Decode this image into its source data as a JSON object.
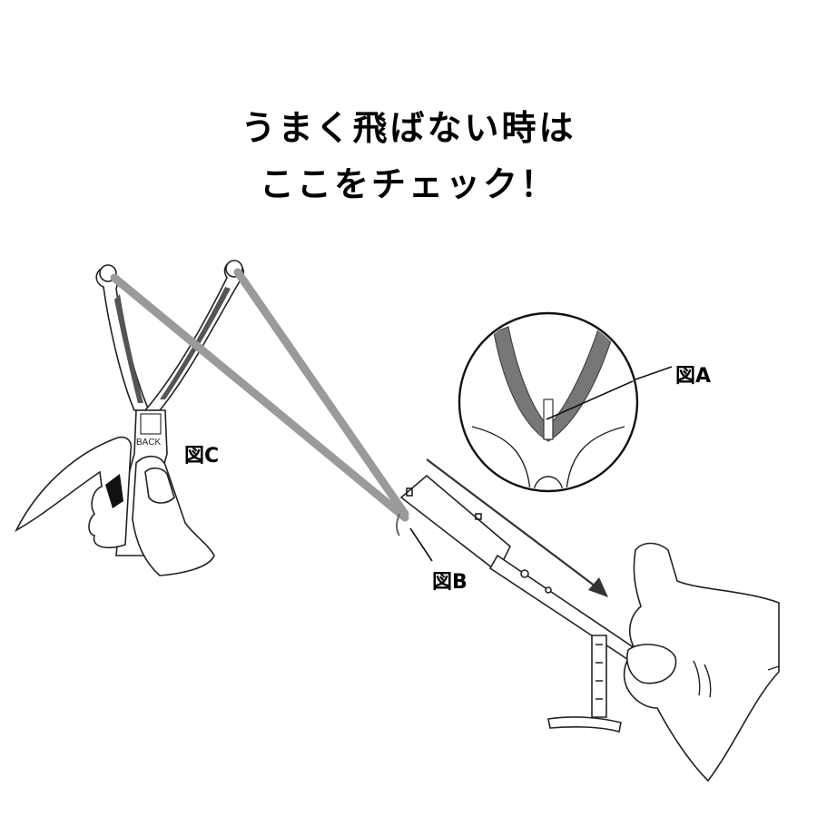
{
  "title": {
    "line1": "うまく飛ばない時は",
    "line2": "ここをチェック！"
  },
  "labels": {
    "figure_a": "図A",
    "figure_b": "図B",
    "figure_c": "図C",
    "back": "BACK"
  },
  "colors": {
    "band": "#9a9a9a",
    "band_dark": "#5a5a5a",
    "outline": "#222222",
    "background": "#ffffff"
  }
}
